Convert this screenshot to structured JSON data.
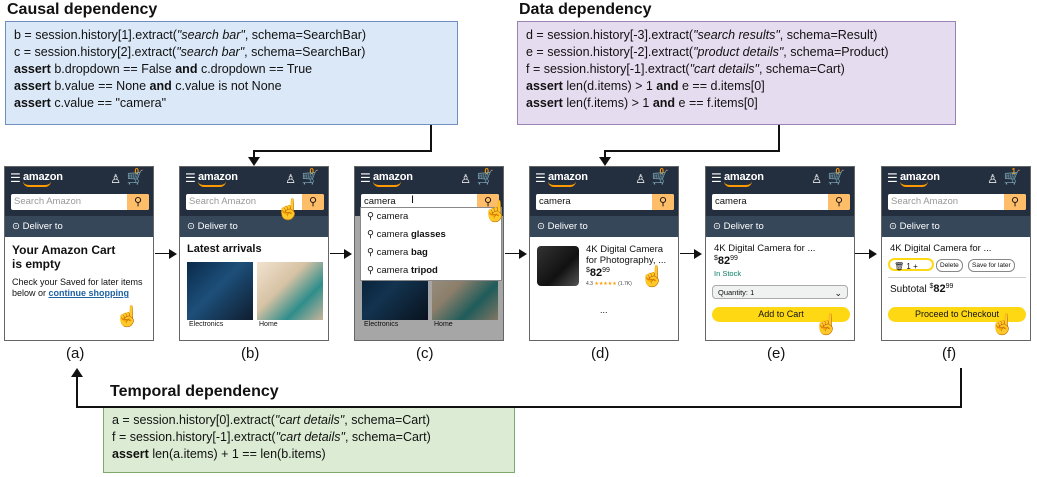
{
  "headings": {
    "causal": "Causal dependency",
    "data": "Data dependency",
    "temporal": "Temporal dependency"
  },
  "causal_code": [
    {
      "pre": "b = session.history[1].extract(",
      "str": "\"search bar\"",
      "post": ", schema=SearchBar)"
    },
    {
      "pre": "c = session.history[2].extract(",
      "str": "\"search bar\"",
      "post": ", schema=SearchBar)"
    },
    {
      "kw": "assert",
      "rest1": " b.dropdown == False ",
      "kw2": "and",
      "rest2": " c.dropdown == True"
    },
    {
      "kw": "assert",
      "rest1": " b.value == None ",
      "kw2": "and",
      "rest2": " c.value is not None"
    },
    {
      "kw": "assert",
      "rest1": " c.value == \"camera\"",
      "kw2": "",
      "rest2": ""
    }
  ],
  "data_code": [
    {
      "pre": "d = session.history[-3].extract(",
      "str": "\"search results\"",
      "post": ", schema=Result)"
    },
    {
      "pre": "e = session.history[-2].extract(",
      "str": "\"product details\"",
      "post": ", schema=Product)"
    },
    {
      "pre": "f = session.history[-1].extract(",
      "str": "\"cart details\"",
      "post": ", schema=Cart)"
    },
    {
      "kw": "assert",
      "rest1": " len(d.items) > 1 ",
      "kw2": "and",
      "rest2": " e == d.items[0]"
    },
    {
      "kw": "assert",
      "rest1": " len(f.items) > 1 ",
      "kw2": "and",
      "rest2": " e == f.items[0]"
    }
  ],
  "temporal_code": [
    {
      "pre": "a = session.history[0].extract(",
      "str": "\"cart details\"",
      "post": ", schema=Cart)"
    },
    {
      "pre": "f = session.history[-1].extract(",
      "str": "\"cart details\"",
      "post": ", schema=Cart)"
    },
    {
      "kw": "assert",
      "rest1": " len(a.items) + 1 == len(b.items)",
      "kw2": "",
      "rest2": ""
    }
  ],
  "common": {
    "logo": "amazon",
    "deliver": "Deliver to",
    "search_placeholder": "Search Amazon",
    "cart_count_0": "0",
    "cart_count_1": "1"
  },
  "screens": {
    "a": {
      "label": "(a)",
      "title1": "Your Amazon Cart",
      "title2": "is empty",
      "text": "Check your Saved for later items below or ",
      "link": "continue shopping"
    },
    "b": {
      "label": "(b)",
      "title": "Latest arrivals",
      "thumb1": "Electronics",
      "thumb2": "Home"
    },
    "c": {
      "label": "(c)",
      "search_value": "camera",
      "options": [
        {
          "base": "camera",
          "bold": ""
        },
        {
          "base": "camera ",
          "bold": "glasses"
        },
        {
          "base": "camera ",
          "bold": "bag"
        },
        {
          "base": "camera ",
          "bold": "tripod"
        }
      ],
      "thumb1": "Electronics",
      "thumb2": "Home"
    },
    "d": {
      "label": "(d)",
      "search_value": "camera",
      "product": "4K Digital Camera for Photography, ...",
      "price_sym": "$",
      "price": "82",
      "price_cents": "99",
      "rating": "4.3",
      "stars": "★★★★★",
      "reviews": "(1.7K)",
      "more": "..."
    },
    "e": {
      "label": "(e)",
      "search_value": "camera",
      "product": "4K Digital Camera for ...",
      "price_sym": "$",
      "price": "82",
      "price_cents": "99",
      "stock": "In Stock",
      "quantity": "Quantity: 1",
      "add_to_cart": "Add to Cart"
    },
    "f": {
      "label": "(f)",
      "product": "4K Digital Camera for ...",
      "qty": "1",
      "delete": "Delete",
      "save": "Save for later",
      "subtotal": "Subtotal",
      "price_sym": "$",
      "price": "82",
      "price_cents": "99",
      "checkout": "Proceed to Checkout"
    }
  },
  "colors": {
    "causal_bg": "#dbe8f7",
    "data_bg": "#e6dcef",
    "temporal_bg": "#dcecd4",
    "amazon_header": "#232f3e",
    "amazon_orange": "#ff9900",
    "button_yellow": "#ffd814"
  }
}
